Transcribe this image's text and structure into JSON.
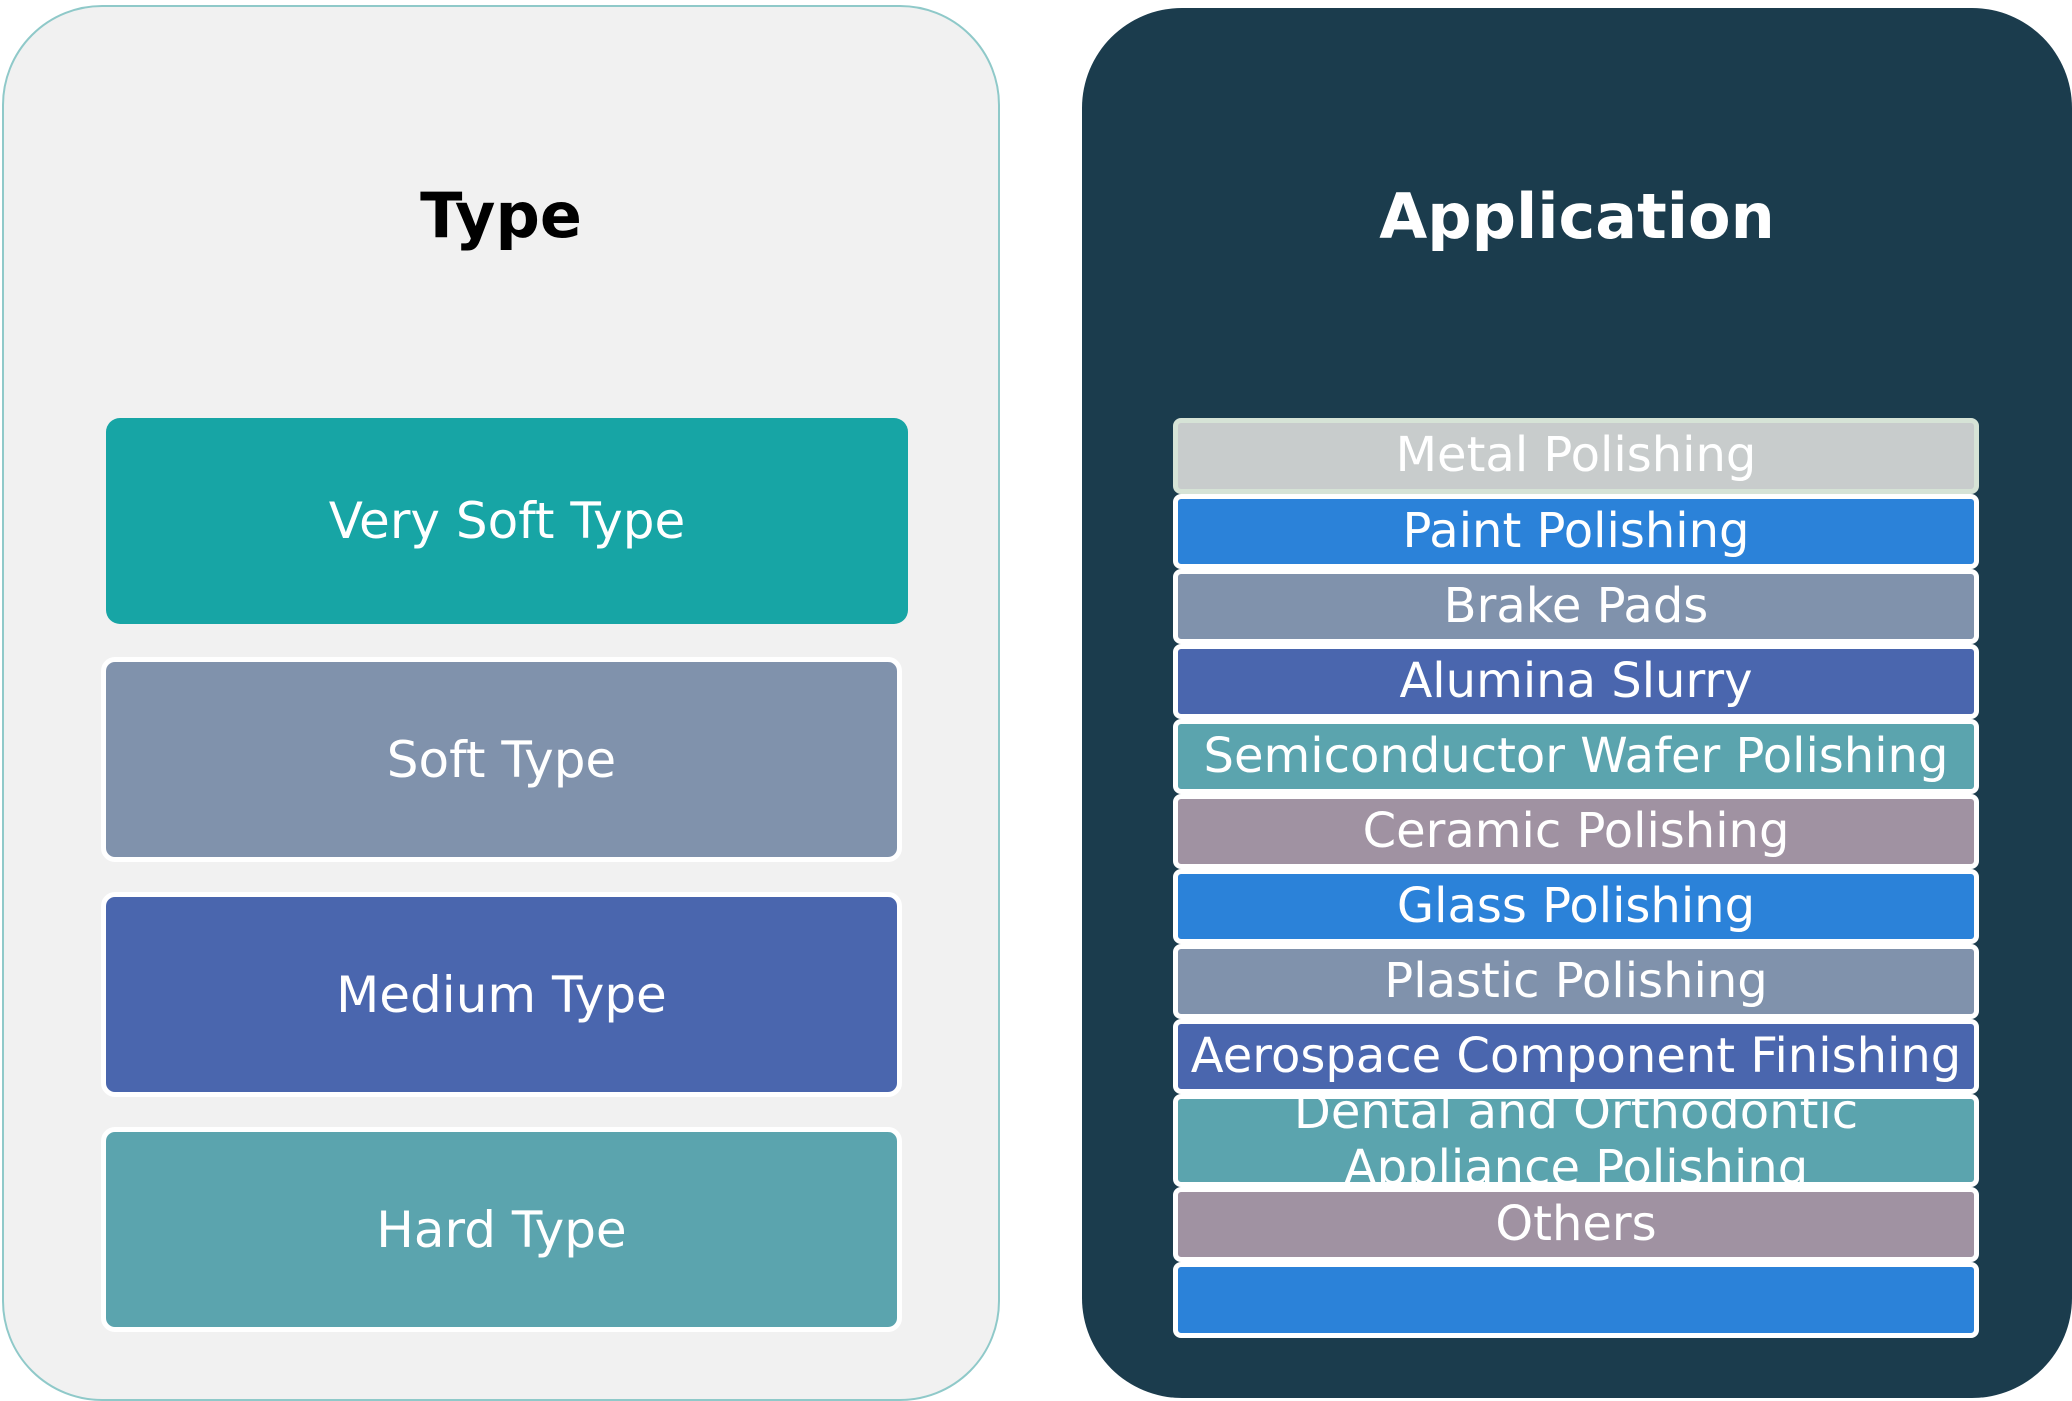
{
  "type_panel": {
    "title": "Type",
    "items": [
      {
        "label": "Very Soft Type",
        "color": "#17a5a5"
      },
      {
        "label": "Soft Type",
        "color": "#8092ac"
      },
      {
        "label": "Medium Type",
        "color": "#4a66ae"
      },
      {
        "label": "Hard Type",
        "color": "#5ba4ae"
      }
    ]
  },
  "application_panel": {
    "title": "Application",
    "items": [
      {
        "label": "Metal Polishing",
        "color": "#c8cccc"
      },
      {
        "label": "Paint Polishing",
        "color": "#2b82d9"
      },
      {
        "label": "Brake Pads",
        "color": "#8092ac"
      },
      {
        "label": "Alumina Slurry",
        "color": "#4a66ae"
      },
      {
        "label": "Semiconductor Wafer Polishing",
        "color": "#5ba4ae"
      },
      {
        "label": "Ceramic Polishing",
        "color": "#a092a2"
      },
      {
        "label": "Glass Polishing",
        "color": "#2b82d9"
      },
      {
        "label": "Plastic Polishing",
        "color": "#8092ac"
      },
      {
        "label": "Aerospace Component Finishing",
        "color": "#4a66ae"
      },
      {
        "label": "Dental and Orthodontic Appliance Polishing",
        "color": "#5ba4ae"
      },
      {
        "label": "Others",
        "color": "#a092a2"
      },
      {
        "label": "",
        "color": "#2b82d9"
      }
    ]
  }
}
